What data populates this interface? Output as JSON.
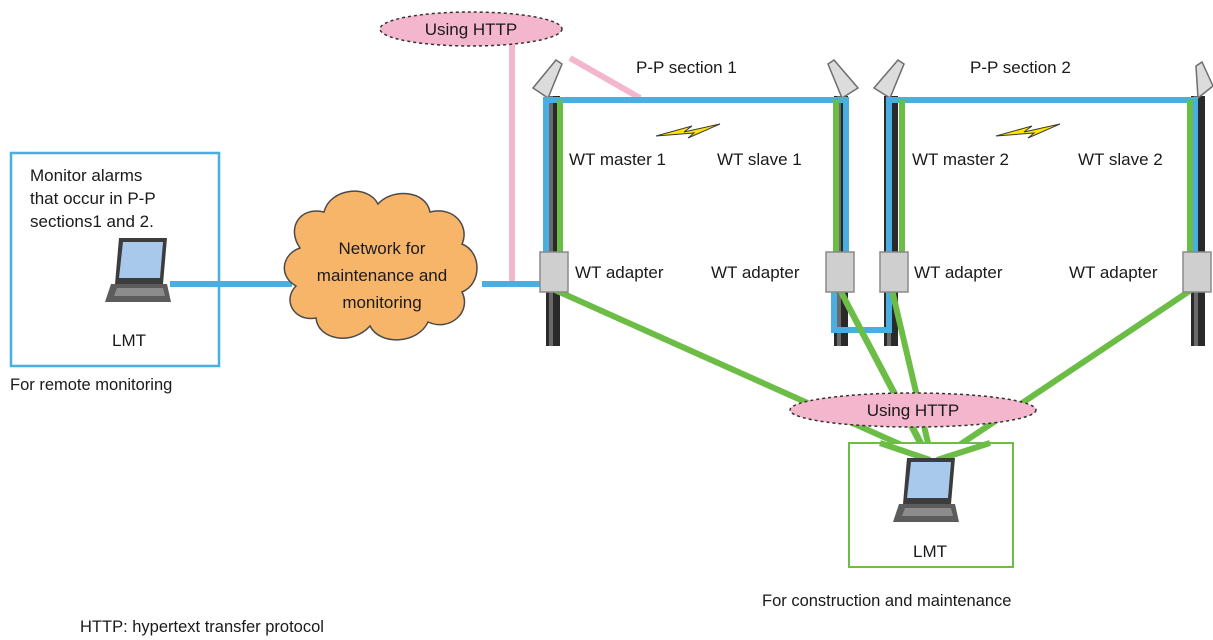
{
  "labels": {
    "using_http_top": "Using HTTP",
    "using_http_bottom": "Using HTTP",
    "section1": "P-P section 1",
    "section2": "P-P section 2",
    "wt_master_1": "WT master 1",
    "wt_slave_1": "WT slave 1",
    "wt_master_2": "WT master 2",
    "wt_slave_2": "WT slave 2",
    "wt_adapter_1": "WT adapter",
    "wt_adapter_2": "WT adapter",
    "wt_adapter_3": "WT adapter",
    "wt_adapter_4": "WT adapter",
    "monitor_text": [
      "Monitor alarms",
      "that occur in P-P",
      "sections1 and 2."
    ],
    "lmt_left": "LMT",
    "lmt_right": "LMT",
    "remote_caption": "For remote monitoring",
    "network_text": [
      "Network for",
      "maintenance and",
      "monitoring"
    ],
    "construction_caption": "For construction and maintenance",
    "footnote": "HTTP: hypertext transfer protocol"
  },
  "colors": {
    "blue_link": "#4aaee0",
    "green_link": "#6cbd45",
    "pink_link": "#f4b6cc",
    "cloud_fill": "#f7b56a",
    "ellipse_fill": "#f4b6cc",
    "box_blue": "#4aaee0",
    "box_green": "#6cbd45"
  },
  "icons": [
    "laptop-icon",
    "antenna-icon",
    "wt-adapter-icon",
    "wireless-link-icon",
    "cloud-icon"
  ]
}
